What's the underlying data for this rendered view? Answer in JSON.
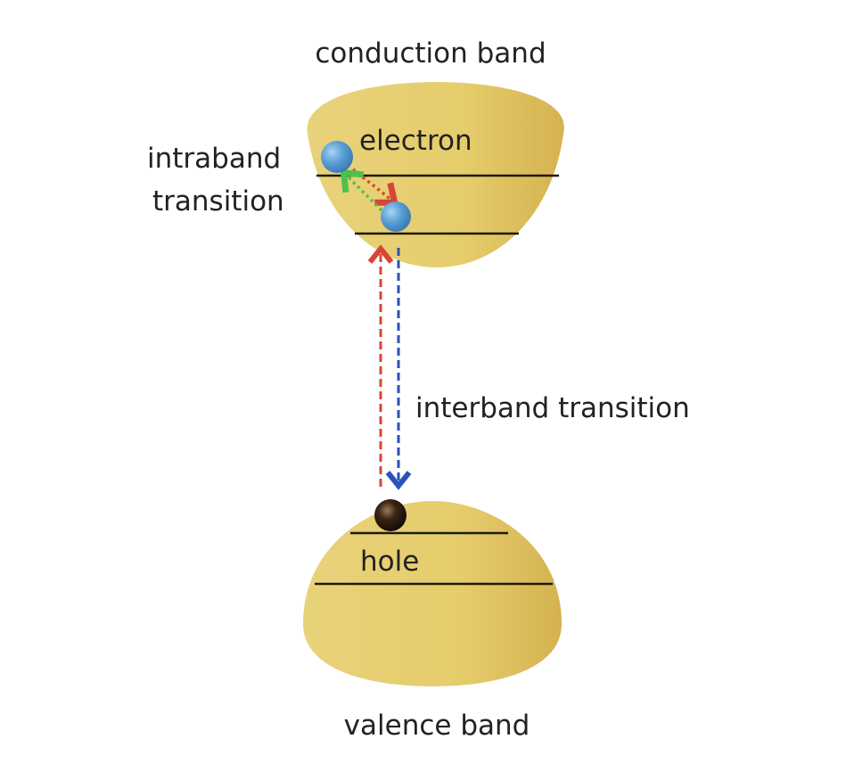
{
  "labels": {
    "conduction_band": "conduction band",
    "electron": "electron",
    "intraband_line1": "intraband",
    "intraband_line2": "transition",
    "interband": "interband transition",
    "hole": "hole",
    "valence_band": "valence band"
  },
  "colors": {
    "band_fill": "#e3c865",
    "electron": "#5a9fd6",
    "hole": "#2a1a10",
    "excitation_arrow": "#d9443a",
    "relaxation_arrow": "#2a52b8",
    "intraband_return": "#4cc24c"
  }
}
